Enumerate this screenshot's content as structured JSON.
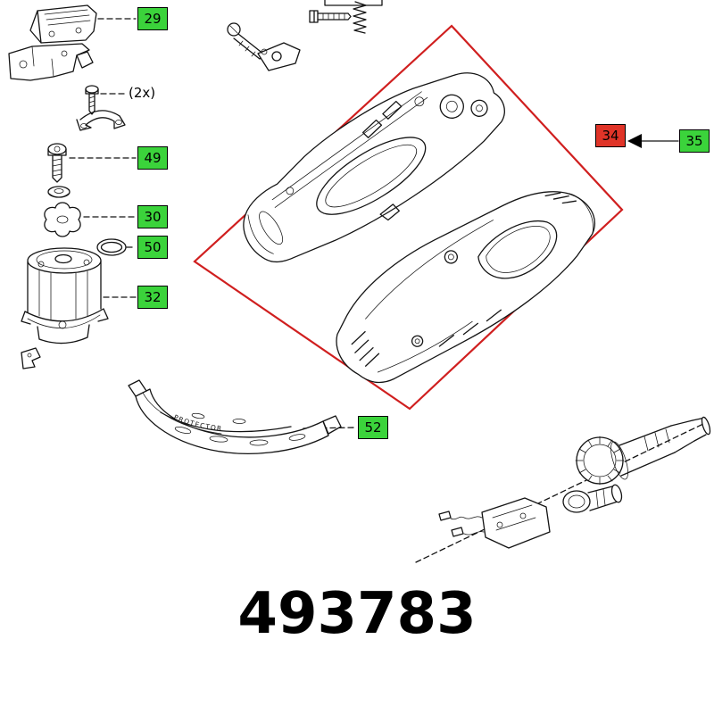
{
  "document": {
    "part_number": "493783",
    "guard_text": "PROTECTOR",
    "quantity_note": "(2x)"
  },
  "callouts": {
    "c29": "29",
    "c49": "49",
    "c30": "30",
    "c50": "50",
    "c32": "32",
    "c34": "34",
    "c35": "35",
    "c52": "52"
  },
  "colors": {
    "label_green": "#3bd33b",
    "label_red": "#e03428",
    "highlight_red": "#d01f1f",
    "ink": "#141414",
    "background": "#ffffff"
  }
}
